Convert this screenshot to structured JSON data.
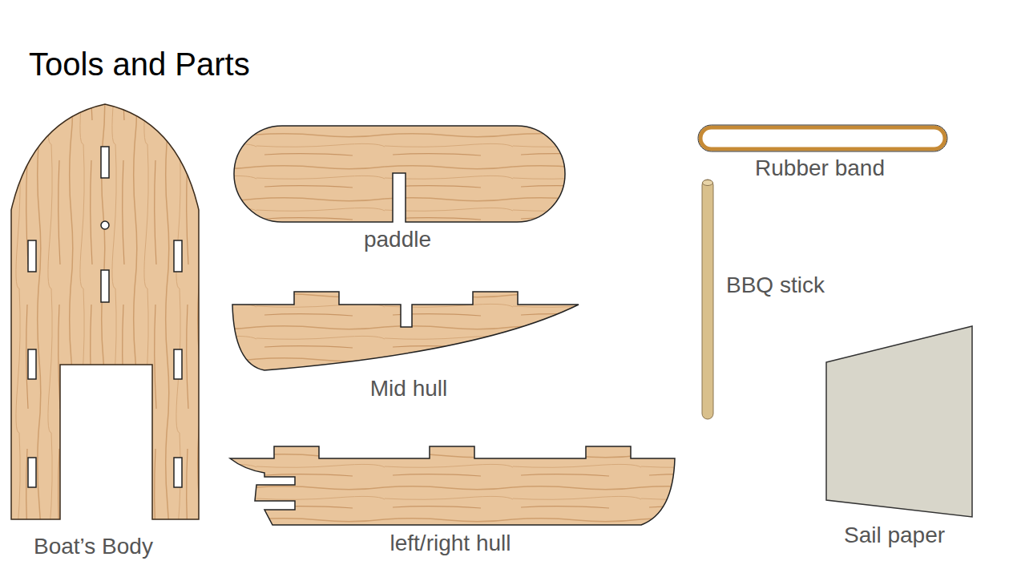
{
  "diagram": {
    "title": "Tools and Parts",
    "labels": [
      "Boat’s Body",
      "paddle",
      "Mid hull",
      "left/right hull",
      "Rubber band",
      "BBQ stick",
      "Sail paper"
    ]
  }
}
